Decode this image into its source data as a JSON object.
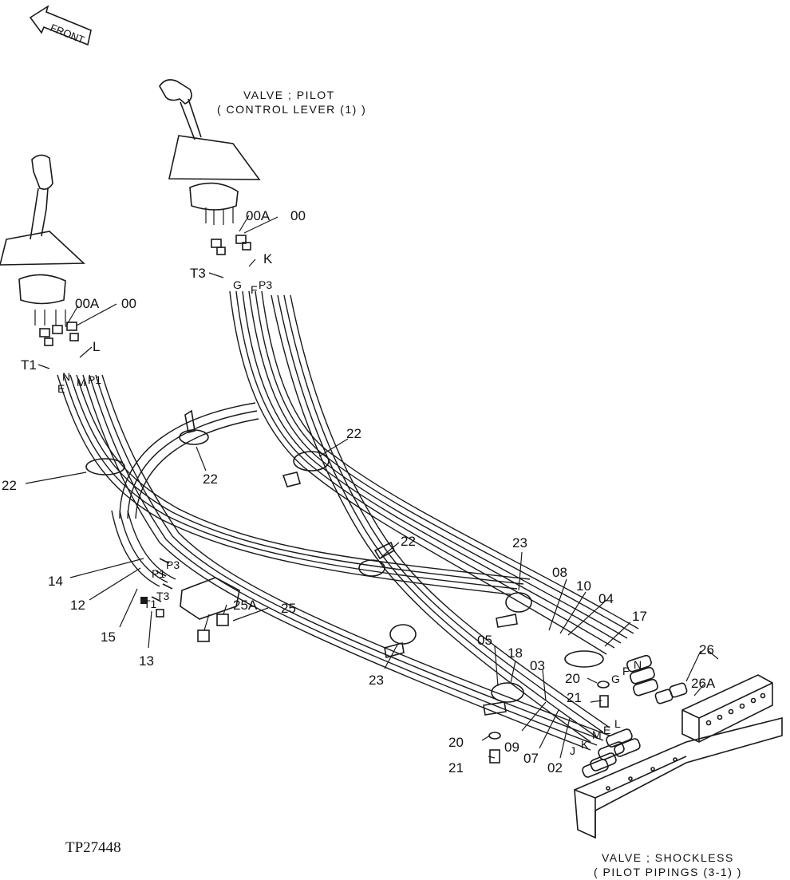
{
  "front_label": "FRONT",
  "top_valve": {
    "line1": "VALVE ; PILOT",
    "line2": "( CONTROL  LEVER (1) )"
  },
  "bottom_valve": {
    "line1": "VALVE ; SHOCKLESS",
    "line2": "( PILOT  PIPINGS (3-1) )"
  },
  "drawing_code": "TP27448",
  "callouts": {
    "c00a_left": "00A",
    "c00_left": "00",
    "c00a_right": "00A",
    "c00_right": "00",
    "t1": "T1",
    "l": "L",
    "n": "N",
    "m": "M",
    "p1": "P1",
    "e": "E",
    "t3": "T3",
    "k": "K",
    "g": "G",
    "f": "F",
    "p3": "P3",
    "c22_a": "22",
    "c22_b": "22",
    "c22_c": "22",
    "c22_d": "22",
    "c23_a": "23",
    "c23_b": "23",
    "c14": "14",
    "c12": "12",
    "c15": "15",
    "c13": "13",
    "p3_mid": "P3",
    "p1_mid": "P1",
    "t3_mid": "T3",
    "t1_mid": "T1",
    "c25a": "25A",
    "c25": "25",
    "c08": "08",
    "c10": "10",
    "c04": "04",
    "c17": "17",
    "c05": "05",
    "c18": "18",
    "c03": "03",
    "c20_a": "20",
    "c21_a": "21",
    "c20_b": "20",
    "c21_b": "21",
    "c09": "09",
    "c07": "07",
    "c02": "02",
    "c26": "26",
    "c26a": "26A",
    "n_end": "N",
    "f_end": "F",
    "g_end": "G",
    "l_end": "L",
    "e_end": "E",
    "m_end": "M",
    "k_end": "K",
    "j_end": "J"
  }
}
